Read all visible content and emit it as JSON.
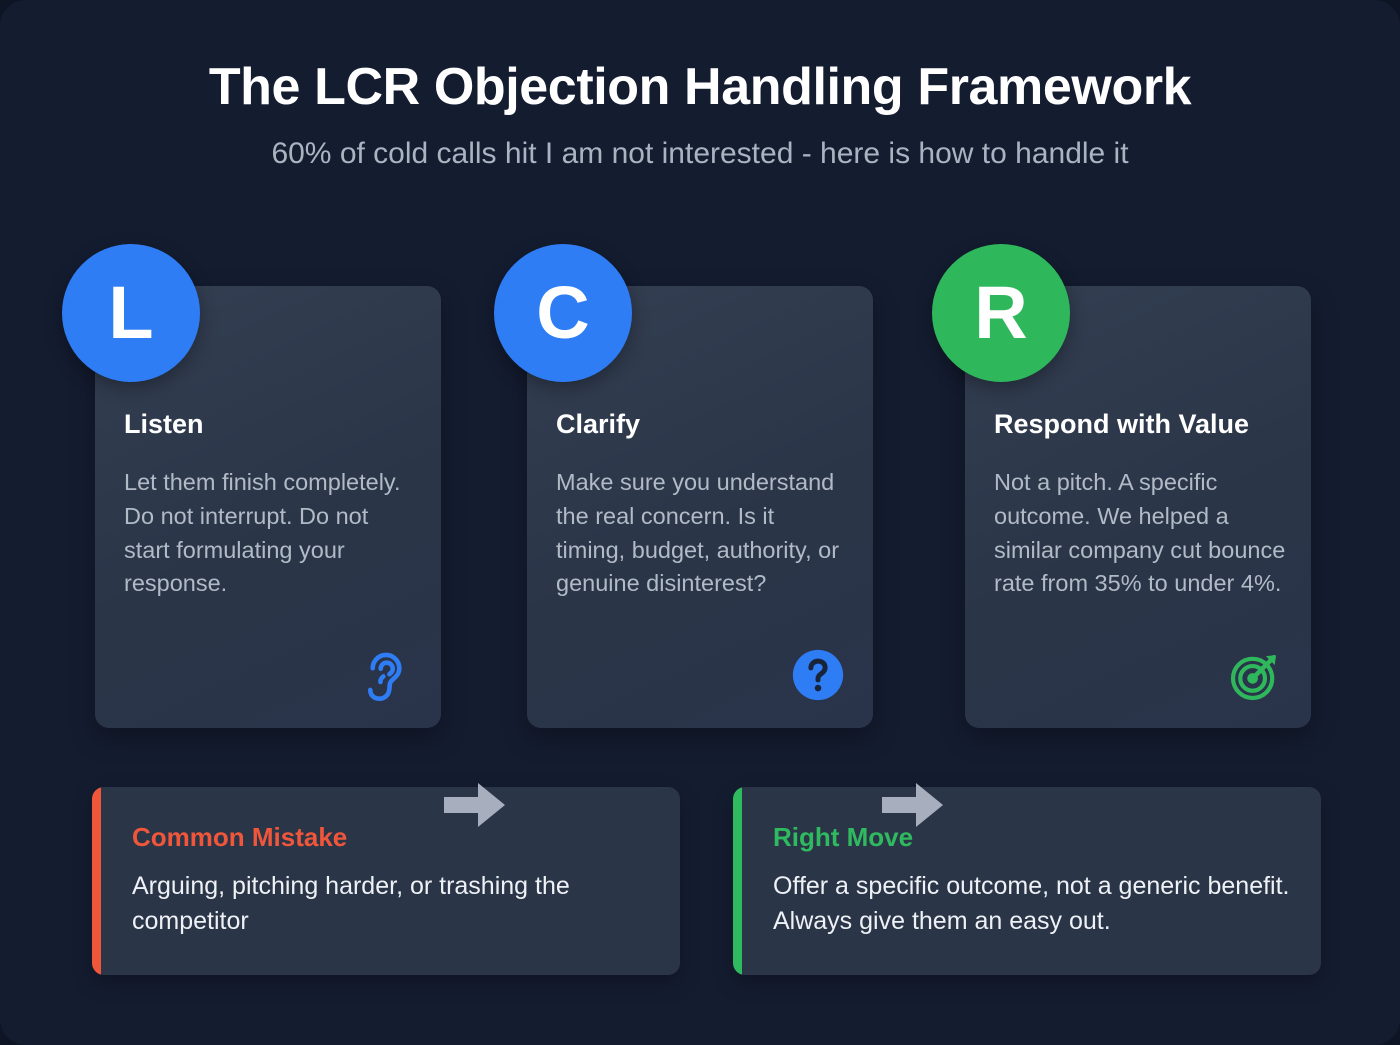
{
  "header": {
    "title": "The LCR Objection Handling Framework",
    "subtitle": "60% of cold calls hit I am not interested - here is how to handle it"
  },
  "colors": {
    "background": "#141c30",
    "card": "#2b3548",
    "blue": "#2f7df5",
    "green": "#2fb75c",
    "red": "#f0563a",
    "arrow": "#a7afbe",
    "title_text": "#ffffff",
    "body_text": "#b2bac6",
    "subtitle_text": "#aab3c0"
  },
  "steps": [
    {
      "badge": "L",
      "badge_color": "blue",
      "title": "Listen",
      "description": "Let them finish completely. Do not interrupt. Do not start formulating your response.",
      "icon": "ear-icon",
      "icon_color": "#2f7df5"
    },
    {
      "badge": "C",
      "badge_color": "blue",
      "title": "Clarify",
      "description": "Make sure you understand the real concern. Is it timing, budget, authority, or genuine disinterest?",
      "icon": "question-mark-circle-icon",
      "icon_color": "#2f7df5"
    },
    {
      "badge": "R",
      "badge_color": "green",
      "title": "Respond with Value",
      "description": "Not a pitch. A specific outcome. We helped a similar company cut bounce rate from 35% to under 4%.",
      "icon": "target-arrow-icon",
      "icon_color": "#2fb75c"
    }
  ],
  "arrows": [
    {
      "name": "arrow-listen-to-clarify",
      "direction": "right"
    },
    {
      "name": "arrow-clarify-to-respond",
      "direction": "right"
    }
  ],
  "callouts": [
    {
      "title": "Common Mistake",
      "text": "Arguing, pitching harder, or trashing the competitor",
      "accent": "red"
    },
    {
      "title": "Right Move",
      "text": "Offer a specific outcome, not a generic benefit. Always give them an easy out.",
      "accent": "green"
    }
  ]
}
